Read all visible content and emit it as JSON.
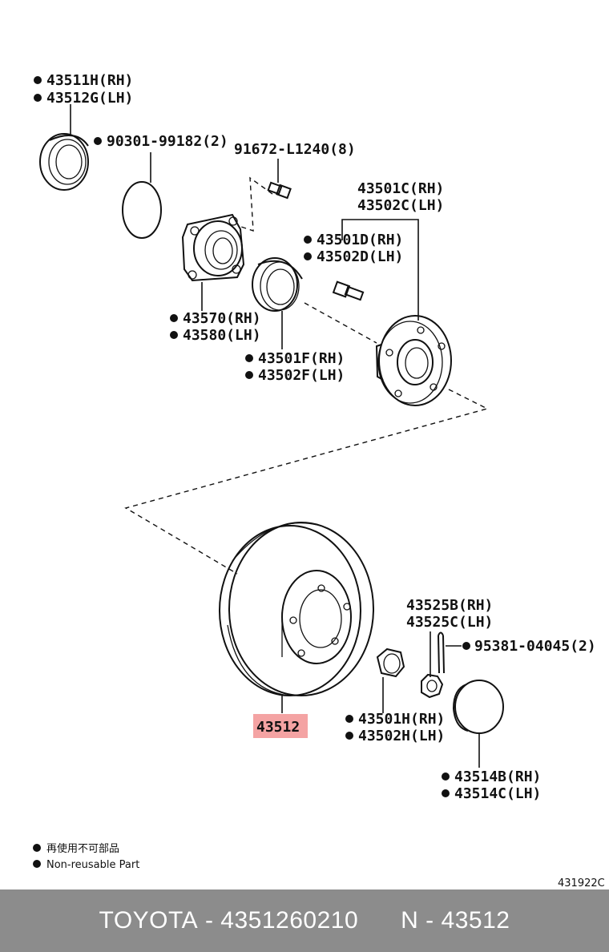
{
  "callouts": {
    "seal_rh": "43511H(RH)",
    "seal_lh": "43512G(LH)",
    "oring": "90301-99182(2)",
    "bolt": "91672-L1240(8)",
    "hub_rh": "43501C(RH)",
    "hub_lh": "43502C(LH)",
    "hubbolt_rh": "43501D(RH)",
    "hubbolt_lh": "43502D(LH)",
    "housing_rh": "43570(RH)",
    "housing_lh": "43580(LH)",
    "bearing_rh": "43501F(RH)",
    "bearing_lh": "43502F(LH)",
    "disc": "43512",
    "lock_rh": "43525B(RH)",
    "lock_lh": "43525C(LH)",
    "pin": "95381-04045(2)",
    "nut_rh": "43501H(RH)",
    "nut_lh": "43502H(LH)",
    "cap_rh": "43514B(RH)",
    "cap_lh": "43514C(LH)"
  },
  "legend": {
    "line1": "再使用不可部品",
    "line2": "Non-reusable Part"
  },
  "diagram_code": "431922C",
  "footer": {
    "brand": "TOYOTA",
    "part_number": "4351260210",
    "ref_prefix": "N",
    "ref": "43512"
  },
  "colors": {
    "highlight": "#f4a3a3",
    "footer_bg": "#8c8c8c",
    "ink": "#111111"
  }
}
